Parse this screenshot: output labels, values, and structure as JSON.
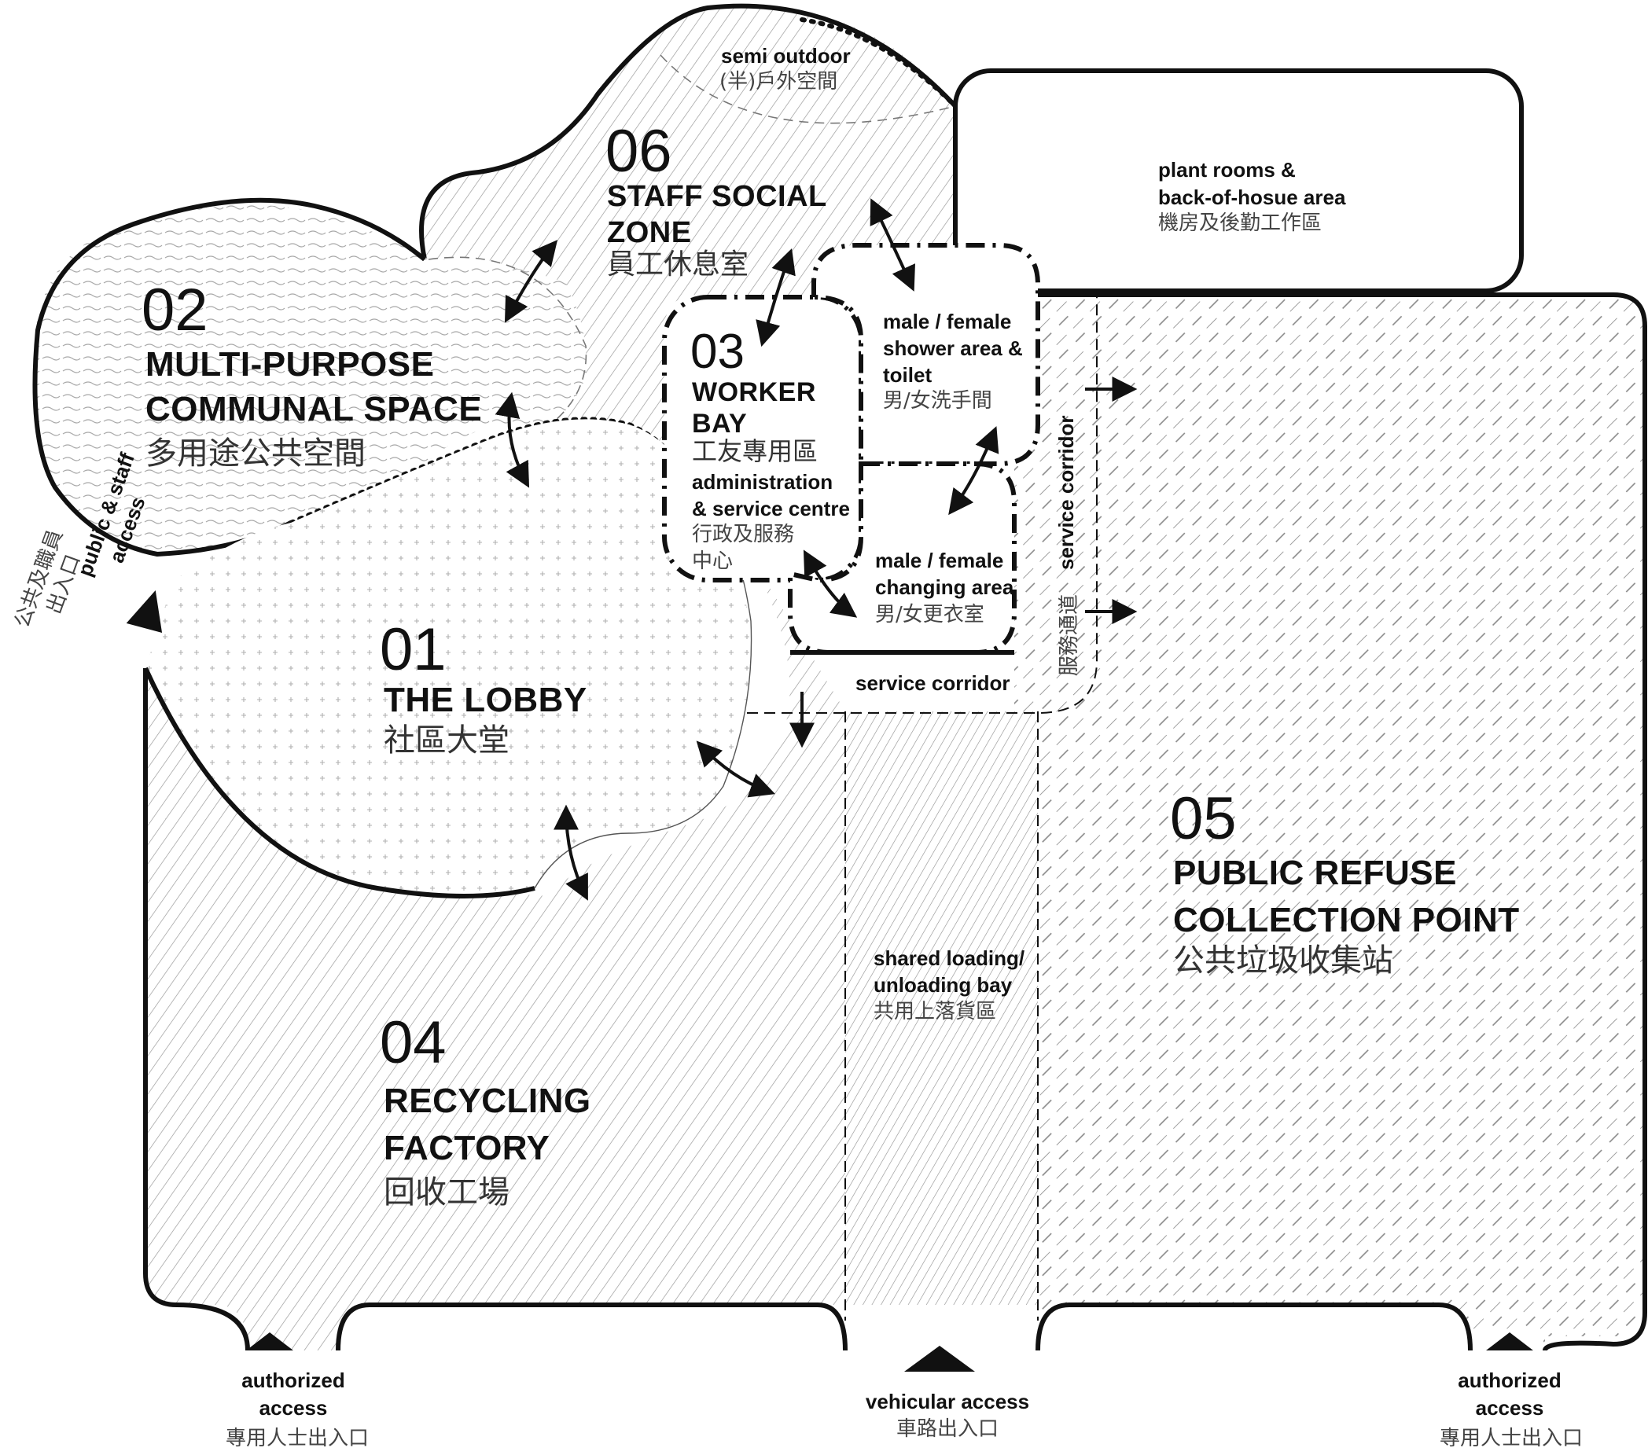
{
  "zones": {
    "lobby": {
      "number": "01",
      "title": "THE LOBBY",
      "chinese": "社區大堂"
    },
    "communal": {
      "number": "02",
      "title_line1": "MULTI-PURPOSE",
      "title_line2": "COMMUNAL SPACE",
      "chinese": "多用途公共空間"
    },
    "worker_bay": {
      "number": "03",
      "title_line1": "WORKER",
      "title_line2": "BAY",
      "chinese": "工友專用區",
      "admin_line1": "administration",
      "admin_line2": "& service centre",
      "admin_chinese_line1": "行政及服務",
      "admin_chinese_line2": "中心"
    },
    "recycling": {
      "number": "04",
      "title_line1": "RECYCLING",
      "title_line2": "FACTORY",
      "chinese": "回收工場"
    },
    "refuse": {
      "number": "05",
      "title_line1": "PUBLIC REFUSE",
      "title_line2": "COLLECTION POINT",
      "chinese": "公共垃圾收集站"
    },
    "staff_social": {
      "number": "06",
      "title_line1": "STAFF SOCIAL",
      "title_line2": "ZONE",
      "chinese": "員工休息室"
    }
  },
  "labels": {
    "semi_outdoor": {
      "line1": "semi outdoor",
      "line2": "(半)戶外空間"
    },
    "plant_rooms": {
      "line1": "plant rooms &",
      "line2": "back-of-hosue area",
      "chinese": "機房及後勤工作區"
    },
    "shower": {
      "line1": "male / female",
      "line2": "shower area &",
      "line3": "toilet",
      "chinese": "男/女洗手間"
    },
    "changing": {
      "line1": "male / female",
      "line2": "changing area",
      "chinese": "男/女更衣室"
    },
    "service_corridor_vertical": "service corridor",
    "service_corridor_vertical_cn": "服務通道",
    "service_corridor_horizontal": "service corridor",
    "loading_bay": {
      "line1": "shared loading/",
      "line2": "unloading bay",
      "chinese": "共用上落貨區"
    }
  },
  "access": {
    "public_staff": {
      "line1": "public & staff",
      "line2": "access",
      "chinese_line1": "公共及職員",
      "chinese_line2": "出入口"
    },
    "authorized_left": {
      "line1": "authorized",
      "line2": "access",
      "chinese": "專用人士出入口"
    },
    "vehicular": {
      "line1": "vehicular access",
      "chinese": "車路出入口"
    },
    "authorized_right": {
      "line1": "authorized",
      "line2": "access",
      "chinese": "專用人士出入口"
    }
  }
}
